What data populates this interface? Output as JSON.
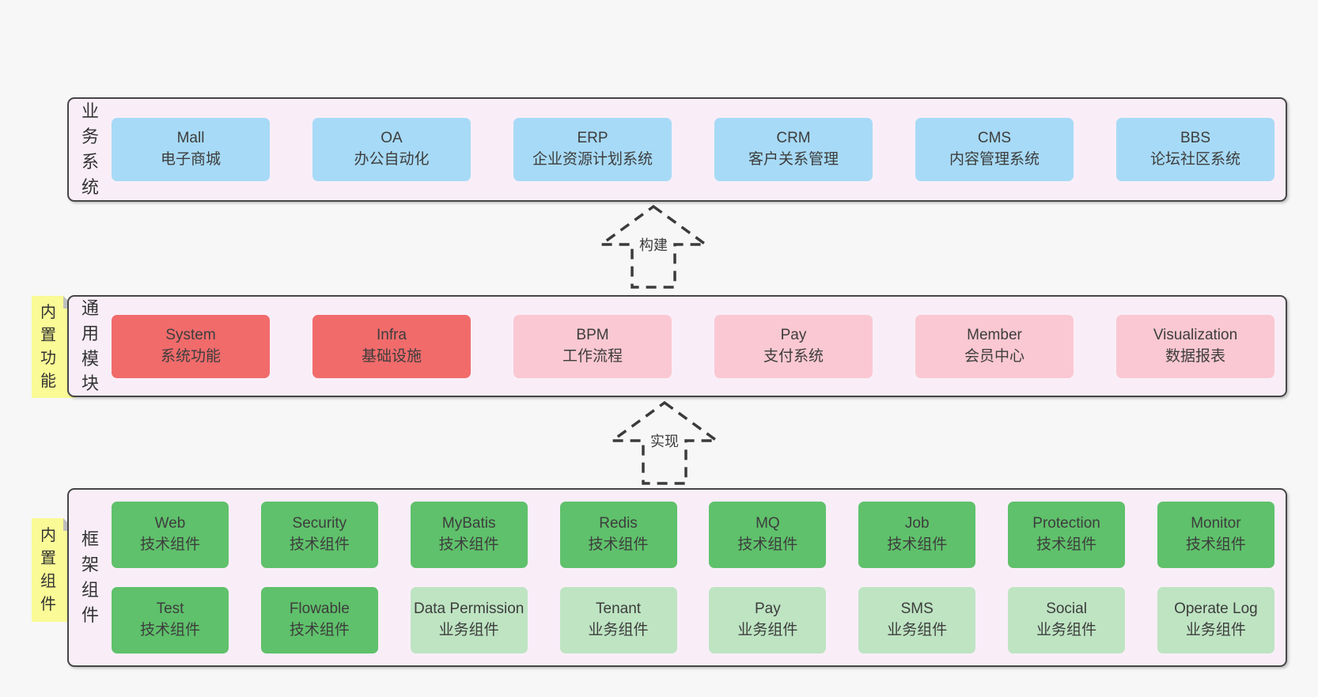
{
  "diagram": {
    "description": "layered architecture diagram"
  },
  "colors": {
    "page_background": "#f7f7f7",
    "band_background": "#f9eef8",
    "band_border": "#464646",
    "business_system_box": "#a7daf6",
    "core_module_box": "#f16b6b",
    "optional_module_box": "#fac8d2",
    "technical_component_box": "#5fc16b",
    "business_component_box": "#bee4c2",
    "sticky_note": "#fafa96",
    "sticky_fold": "#bfbfbf",
    "arrow_outline": "#3b3b3b",
    "text": "#3d3d3d"
  },
  "arrows": [
    {
      "label": "构建"
    },
    {
      "label": "实现"
    }
  ],
  "bands": [
    {
      "label": "业务系统",
      "rows": [
        [
          {
            "title": "Mall",
            "subtitle": "电子商城",
            "variant": "blue"
          },
          {
            "title": "OA",
            "subtitle": "办公自动化",
            "variant": "blue"
          },
          {
            "title": "ERP",
            "subtitle": "企业资源计划系统",
            "variant": "blue"
          },
          {
            "title": "CRM",
            "subtitle": "客户关系管理",
            "variant": "blue"
          },
          {
            "title": "CMS",
            "subtitle": "内容管理系统",
            "variant": "blue"
          },
          {
            "title": "BBS",
            "subtitle": "论坛社区系统",
            "variant": "blue"
          }
        ]
      ]
    },
    {
      "label": "通用模块",
      "sticky": "内置功能",
      "rows": [
        [
          {
            "title": "System",
            "subtitle": "系统功能",
            "variant": "red"
          },
          {
            "title": "Infra",
            "subtitle": "基础设施",
            "variant": "red"
          },
          {
            "title": "BPM",
            "subtitle": "工作流程",
            "variant": "pink"
          },
          {
            "title": "Pay",
            "subtitle": "支付系统",
            "variant": "pink"
          },
          {
            "title": "Member",
            "subtitle": "会员中心",
            "variant": "pink"
          },
          {
            "title": "Visualization",
            "subtitle": "数据报表",
            "variant": "pink"
          }
        ]
      ]
    },
    {
      "label": "框架组件",
      "sticky": "内置组件",
      "rows": [
        [
          {
            "title": "Web",
            "subtitle": "技术组件",
            "variant": "green"
          },
          {
            "title": "Security",
            "subtitle": "技术组件",
            "variant": "green"
          },
          {
            "title": "MyBatis",
            "subtitle": "技术组件",
            "variant": "green"
          },
          {
            "title": "Redis",
            "subtitle": "技术组件",
            "variant": "green"
          },
          {
            "title": "MQ",
            "subtitle": "技术组件",
            "variant": "green"
          },
          {
            "title": "Job",
            "subtitle": "技术组件",
            "variant": "green"
          },
          {
            "title": "Protection",
            "subtitle": "技术组件",
            "variant": "green"
          },
          {
            "title": "Monitor",
            "subtitle": "技术组件",
            "variant": "green"
          }
        ],
        [
          {
            "title": "Test",
            "subtitle": "技术组件",
            "variant": "green"
          },
          {
            "title": "Flowable",
            "subtitle": "技术组件",
            "variant": "green"
          },
          {
            "title": "Data Permission",
            "subtitle": "业务组件",
            "variant": "green-light"
          },
          {
            "title": "Tenant",
            "subtitle": "业务组件",
            "variant": "green-light"
          },
          {
            "title": "Pay",
            "subtitle": "业务组件",
            "variant": "green-light"
          },
          {
            "title": "SMS",
            "subtitle": "业务组件",
            "variant": "green-light"
          },
          {
            "title": "Social",
            "subtitle": "业务组件",
            "variant": "green-light"
          },
          {
            "title": "Operate Log",
            "subtitle": "业务组件",
            "variant": "green-light"
          }
        ]
      ]
    }
  ]
}
